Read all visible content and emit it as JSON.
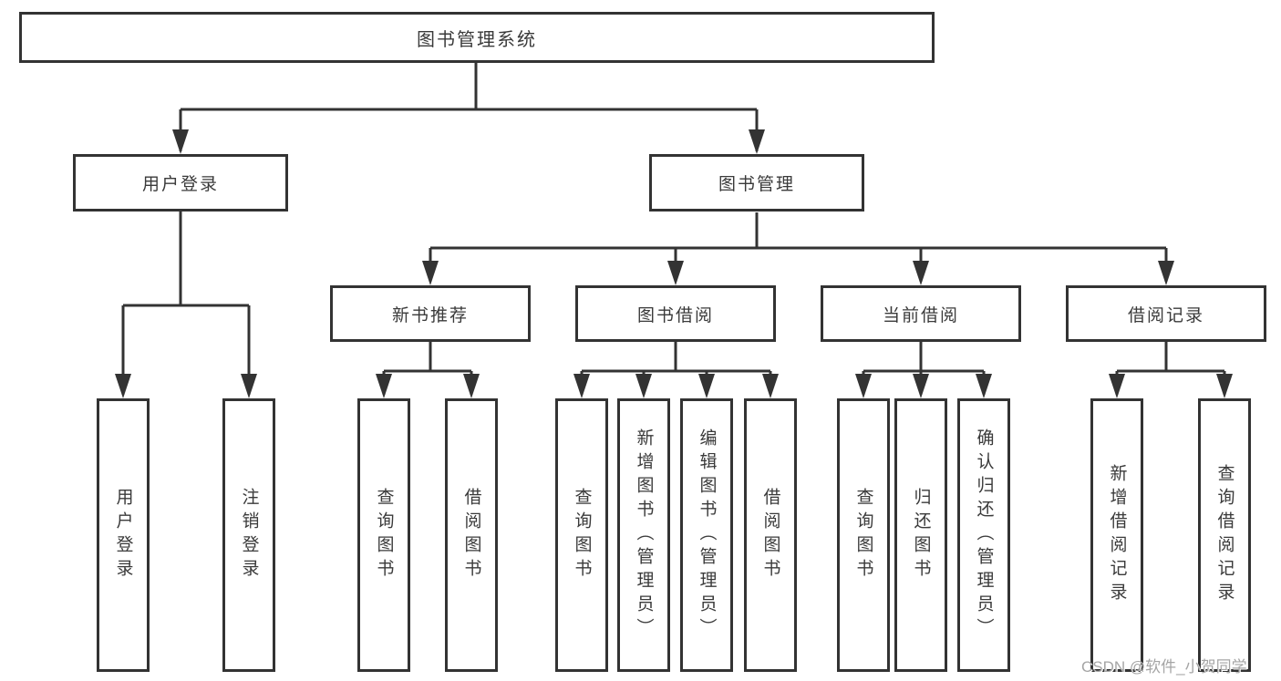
{
  "diagram_title": "图书管理系统",
  "tree": {
    "root": {
      "label": "图书管理系统",
      "children": [
        {
          "label": "用户登录",
          "children": [
            {
              "label": "用户登录"
            },
            {
              "label": "注销登录"
            }
          ]
        },
        {
          "label": "图书管理",
          "children": [
            {
              "label": "新书推荐",
              "children": [
                {
                  "label": "查询图书"
                },
                {
                  "label": "借阅图书"
                }
              ]
            },
            {
              "label": "图书借阅",
              "children": [
                {
                  "label": "查询图书"
                },
                {
                  "label": "新增图书（管理员）"
                },
                {
                  "label": "编辑图书（管理员）"
                },
                {
                  "label": "借阅图书"
                }
              ]
            },
            {
              "label": "当前借阅",
              "children": [
                {
                  "label": "查询图书"
                },
                {
                  "label": "归还图书"
                },
                {
                  "label": "确认归还（管理员）"
                }
              ]
            },
            {
              "label": "借阅记录",
              "children": [
                {
                  "label": "新增借阅记录"
                },
                {
                  "label": "查询借阅记录"
                }
              ]
            }
          ]
        }
      ]
    }
  },
  "watermark": {
    "text": "CSDN @软件_小贺同学"
  },
  "colors": {
    "box_border": "#333333",
    "connector_line": "#333333",
    "text": "#3a3a3a",
    "watermark_text": "#a5a5a5",
    "background": "#ffffff"
  }
}
